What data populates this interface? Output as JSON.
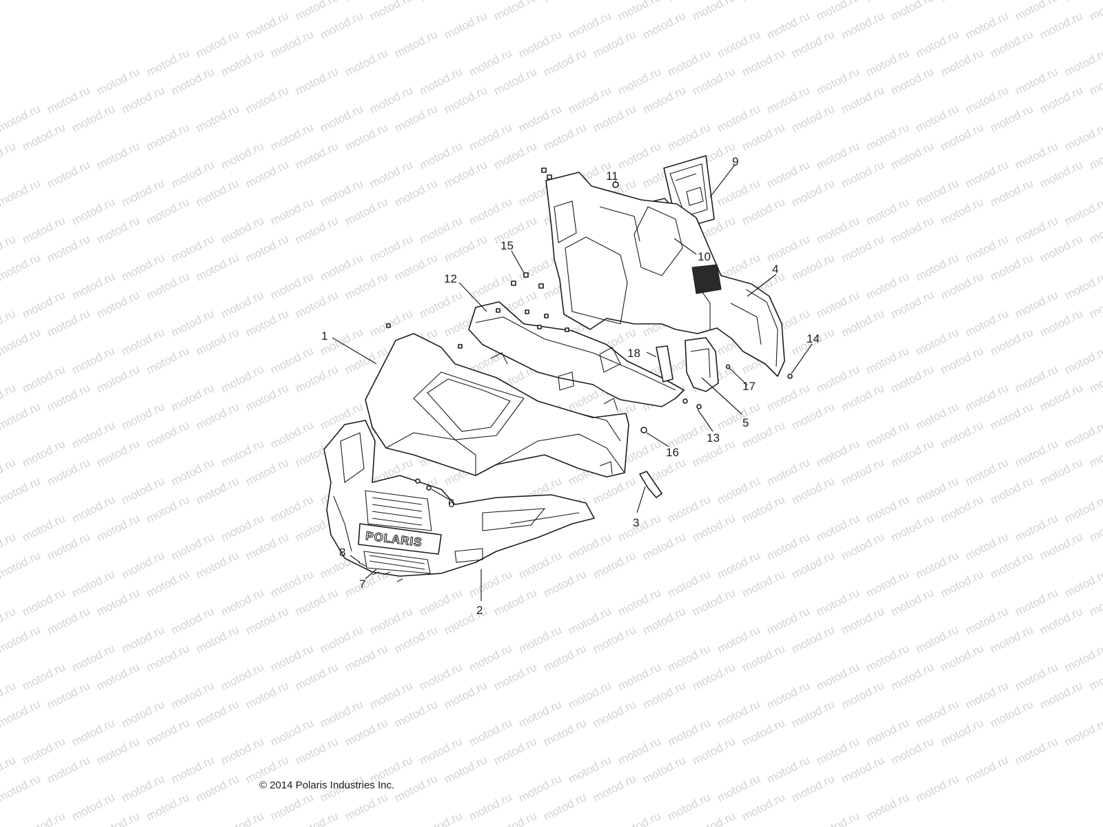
{
  "watermark": {
    "text": "motod.ru"
  },
  "copyright": "© 2014 Polaris Industries Inc.",
  "logo": "POLARIS",
  "callouts": [
    {
      "id": "1",
      "label": "1"
    },
    {
      "id": "2",
      "label": "2"
    },
    {
      "id": "3",
      "label": "3"
    },
    {
      "id": "4",
      "label": "4"
    },
    {
      "id": "5",
      "label": "5"
    },
    {
      "id": "6",
      "label": "6"
    },
    {
      "id": "7",
      "label": "7"
    },
    {
      "id": "8",
      "label": "8"
    },
    {
      "id": "9",
      "label": "9"
    },
    {
      "id": "10",
      "label": "10"
    },
    {
      "id": "11",
      "label": "11"
    },
    {
      "id": "12",
      "label": "12"
    },
    {
      "id": "13",
      "label": "13"
    },
    {
      "id": "14",
      "label": "14"
    },
    {
      "id": "15",
      "label": "15"
    },
    {
      "id": "16",
      "label": "16"
    },
    {
      "id": "17",
      "label": "17"
    },
    {
      "id": "18",
      "label": "18"
    }
  ]
}
